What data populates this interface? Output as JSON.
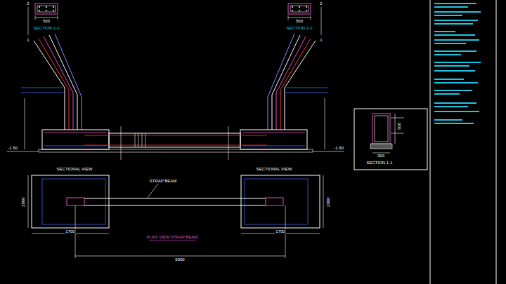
{
  "diagram": {
    "labels": [
      "SECTION 2-2",
      "500",
      "SECTION 2-2",
      "500",
      "SECTIONAL VIEW",
      "SECTIONAL VIEW",
      "PLAN VIEW STRAP BEAM",
      "STRAP BEAM",
      "2000",
      "1700",
      "1700",
      "2000",
      "5000",
      "-1.50",
      "-1.50",
      "1",
      "1",
      "2",
      "2",
      "SECTION 1-1",
      "300",
      "600"
    ]
  }
}
